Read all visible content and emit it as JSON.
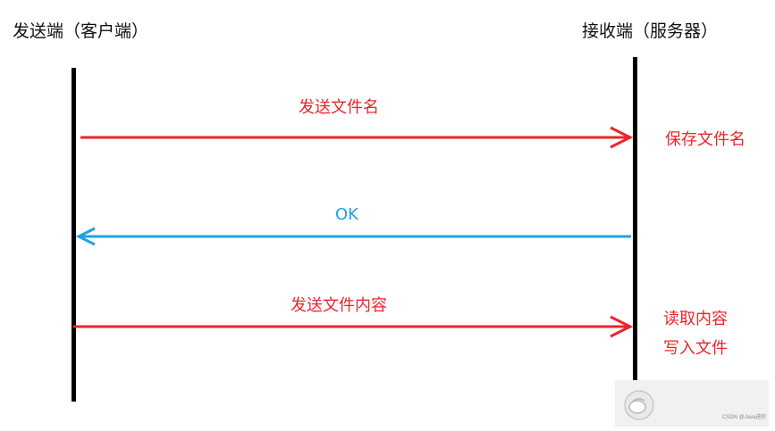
{
  "actors": {
    "sender": "发送端（客户端）",
    "receiver": "接收端（服务器）"
  },
  "messages": [
    {
      "label": "发送文件名",
      "direction": "sender-to-receiver",
      "color": "#e8262b"
    },
    {
      "label": "OK",
      "direction": "receiver-to-sender",
      "color": "#1fa3e0"
    },
    {
      "label": "发送文件内容",
      "direction": "sender-to-receiver",
      "color": "#e8262b"
    }
  ],
  "receiver_notes": {
    "save_filename": "保存文件名",
    "read_content": "读取内容",
    "write_file": "写入文件"
  },
  "watermark": {
    "text": "CSDN @Java进阶"
  },
  "colors": {
    "request": "#e8262b",
    "response": "#1fa3e0",
    "lifeline": "#000000"
  }
}
